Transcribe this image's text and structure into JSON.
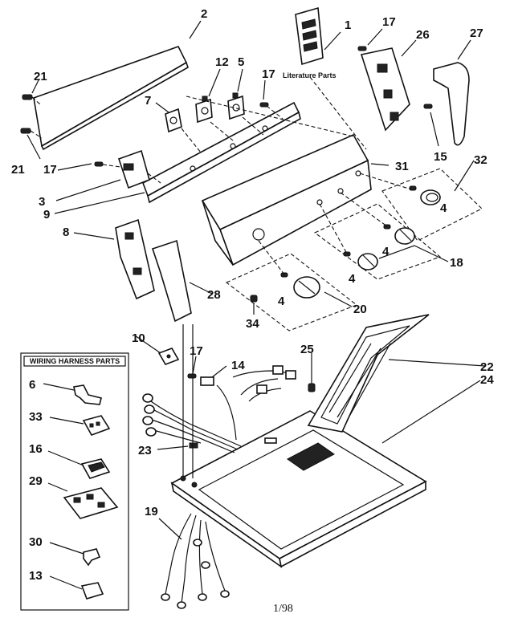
{
  "literature_label": "Literature Parts",
  "harness_title": "WIRING HARNESS PARTS",
  "footer": "1/98",
  "callouts": {
    "c1": "1",
    "c2": "2",
    "c3": "3",
    "c4a": "4",
    "c4b": "4",
    "c4c": "4",
    "c4d": "4",
    "c5": "5",
    "c6": "6",
    "c7": "7",
    "c8": "8",
    "c9": "9",
    "c10": "10",
    "c12": "12",
    "c13": "13",
    "c14": "14",
    "c15": "15",
    "c16": "16",
    "c17a": "17",
    "c17b": "17",
    "c17c": "17",
    "c17d": "17",
    "c18": "18",
    "c19": "19",
    "c20": "20",
    "c21a": "21",
    "c21b": "21",
    "c22": "22",
    "c23": "23",
    "c24": "24",
    "c25": "25",
    "c26": "26",
    "c27": "27",
    "c28": "28",
    "c29": "29",
    "c30": "30",
    "c31": "31",
    "c32": "32",
    "c33": "33",
    "c34": "34"
  }
}
